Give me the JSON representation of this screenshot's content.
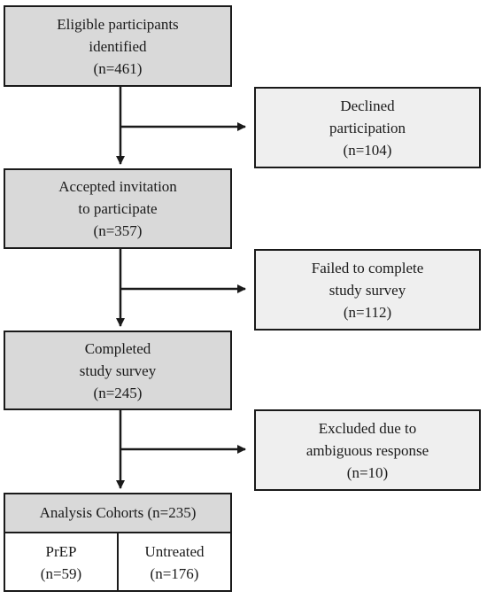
{
  "colors": {
    "main_box_fill": "#d9d9d9",
    "side_box_fill": "#efefef",
    "border": "#1a1a1a"
  },
  "boxes": {
    "eligible": {
      "lines": [
        "Eligible participants",
        "identified",
        "(n=461)"
      ]
    },
    "declined": {
      "lines": [
        "Declined",
        "participation",
        "(n=104)"
      ]
    },
    "accepted": {
      "lines": [
        "Accepted invitation",
        "to participate",
        "(n=357)"
      ]
    },
    "failed": {
      "lines": [
        "Failed to complete",
        "study survey",
        "(n=112)"
      ]
    },
    "completed": {
      "lines": [
        "Completed",
        "study survey",
        "(n=245)"
      ]
    },
    "excluded": {
      "lines": [
        "Excluded due to",
        "ambiguous response",
        "(n=10)"
      ]
    }
  },
  "analysis": {
    "header": "Analysis Cohorts (n=235)",
    "prep": {
      "lines": [
        "PrEP",
        "(n=59)"
      ]
    },
    "untreated": {
      "lines": [
        "Untreated",
        "(n=176)"
      ]
    }
  }
}
